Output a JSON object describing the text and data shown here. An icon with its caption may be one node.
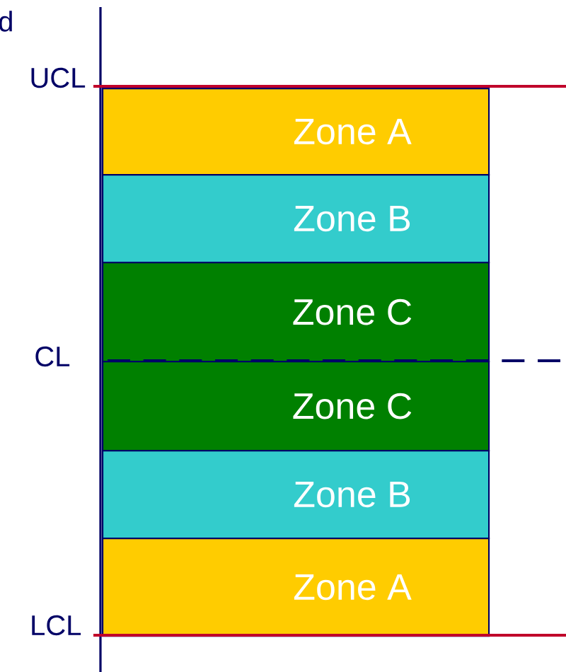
{
  "diagram": {
    "nodes": [
      {
        "text": [
          "Zone A"
        ]
      },
      {
        "text": [
          "Zone B"
        ]
      },
      {
        "text": [
          "Zone C"
        ]
      },
      {
        "text": [
          "Zone C"
        ]
      },
      {
        "text": [
          "Zone B"
        ]
      },
      {
        "text": [
          "Zone A"
        ]
      }
    ],
    "labels": [
      "d",
      "UCL",
      "CL",
      "LCL"
    ]
  }
}
